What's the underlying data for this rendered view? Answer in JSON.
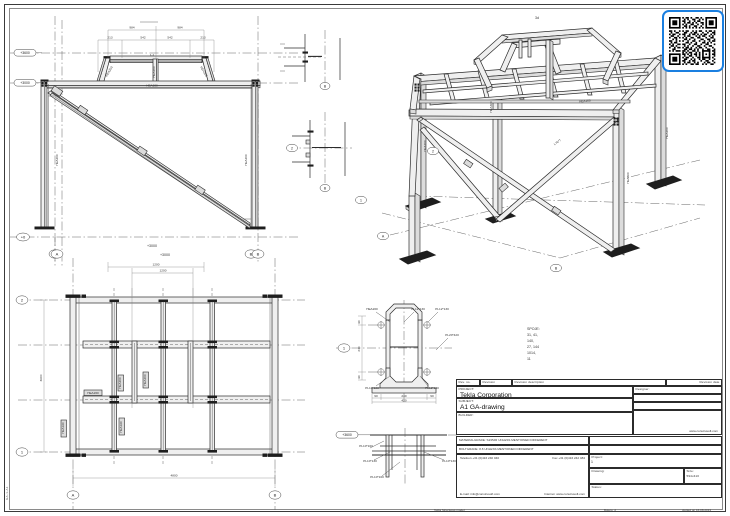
{
  "document": {
    "type": "steel-structure-general-arrangement-drawing",
    "sheet_format": "A1",
    "side_code": "GA-1-A1"
  },
  "title_block": {
    "revision_header": {
      "rev_no": "Rev. no.",
      "revision": "Revision",
      "revision_description": "Revision description",
      "revision_date": "Revision date"
    },
    "project_label": "PROJECT:",
    "project_value": "Tekla Corporation",
    "subject_label": "SUBJECT:",
    "subject_value": "A1 GA-drawing",
    "builder_label": "BUILDER:",
    "builder_value": "",
    "designer_label": "Designer:",
    "designer_value": "",
    "date_label": "Date:",
    "date_value": "16.07.2008",
    "scale_label": "Scale:",
    "scale_value": "See view",
    "website": "www.construsoft.com",
    "material_grade": "MATERIALGRADE: S235JR UNLESS MENTIONED DIFFERENT",
    "bolt_grade": "BOLTGRADE: 8.8 UNLESS MENTIONED DIFFERENT",
    "weldings_label": "WELDINGS",
    "weldings_value": "4",
    "weldings_note": "UNLESS MENTIONED DIFFERENT",
    "projection_label": "PROJECTION",
    "telephone": "Telefoon +31 (0)416 240 040",
    "fax": "Fax +31 (0)416 242 484",
    "email": "E-mail: info@construsoft.com",
    "internet": "Internet: www.construsoft.com",
    "project_no_label": "Project:",
    "project_no_value": "1",
    "drawing_label": "Drawing:",
    "drawing_value": "",
    "size_label": "Size:",
    "size_value": "594x410",
    "status_label": "Status:",
    "status_value": ""
  },
  "footer": {
    "model": "Tekla Structures model",
    "model_name": "Bolero_2",
    "plotted": "plotted on  16.08.2013"
  },
  "views": {
    "elevation": {
      "section_tag": "1-1",
      "levels": [
        {
          "text": "+3600"
        },
        {
          "text": "+3000"
        }
      ],
      "base_level": "+0",
      "grid_bubbles": [
        "A",
        "B"
      ],
      "dimensions_top": [
        "984",
        "984"
      ],
      "dimensions_sub": [
        "213",
        "542",
        "542",
        "213"
      ],
      "span_label": "+3000",
      "bottom_dim": "1200",
      "member_labels": [
        "HEA200",
        "HEA200",
        "HEA200",
        "HEA200",
        "HEA200",
        "HEA300",
        "HEA300",
        "L70*7",
        "L70*7"
      ]
    },
    "isometric": {
      "section_tag": "3d",
      "grid_bubbles": [
        "A",
        "B",
        "1",
        "2"
      ],
      "member_labels": [
        "HEA200",
        "HEA200",
        "HEA300",
        "HEA300",
        "L70*7",
        "HEA160"
      ]
    },
    "plan": {
      "grid_bubbles_top": [
        "A",
        "B"
      ],
      "grid_bubbles_left": [
        "1",
        "2"
      ],
      "dim_top_overall": "+3000",
      "dim_top_inner": "1200",
      "dim_left": "3600",
      "dim_bottom": "4800",
      "member_labels": [
        "HEA160",
        "HEA160",
        "HEA200",
        "HEA200",
        "HEA260"
      ]
    },
    "detail_baseplate": {
      "bubble": "1",
      "callouts": [
        "HEA200",
        "PL12*130",
        "PL12*130",
        "PL10*100",
        "PL12*130",
        "PL20*420"
      ],
      "dims_bottom": [
        "90",
        "240",
        "90",
        "420"
      ],
      "dims_left": [
        "90",
        "240",
        "90"
      ]
    },
    "detail_section2": {
      "bubble": "2",
      "bubble_lower": "B"
    },
    "detail_beam": {
      "level": "+3600",
      "callouts": [
        "PL10*160",
        "PL10*130",
        "PL10*130",
        "PL10*160"
      ]
    },
    "connections_note": {
      "title": "SPOJE:",
      "items": [
        "31, 41,",
        "140,",
        "27, 144",
        "1014,",
        "11"
      ]
    }
  },
  "qr": {
    "name": "qr-code",
    "selected": true,
    "highlight_color": "#1a7fe0"
  }
}
